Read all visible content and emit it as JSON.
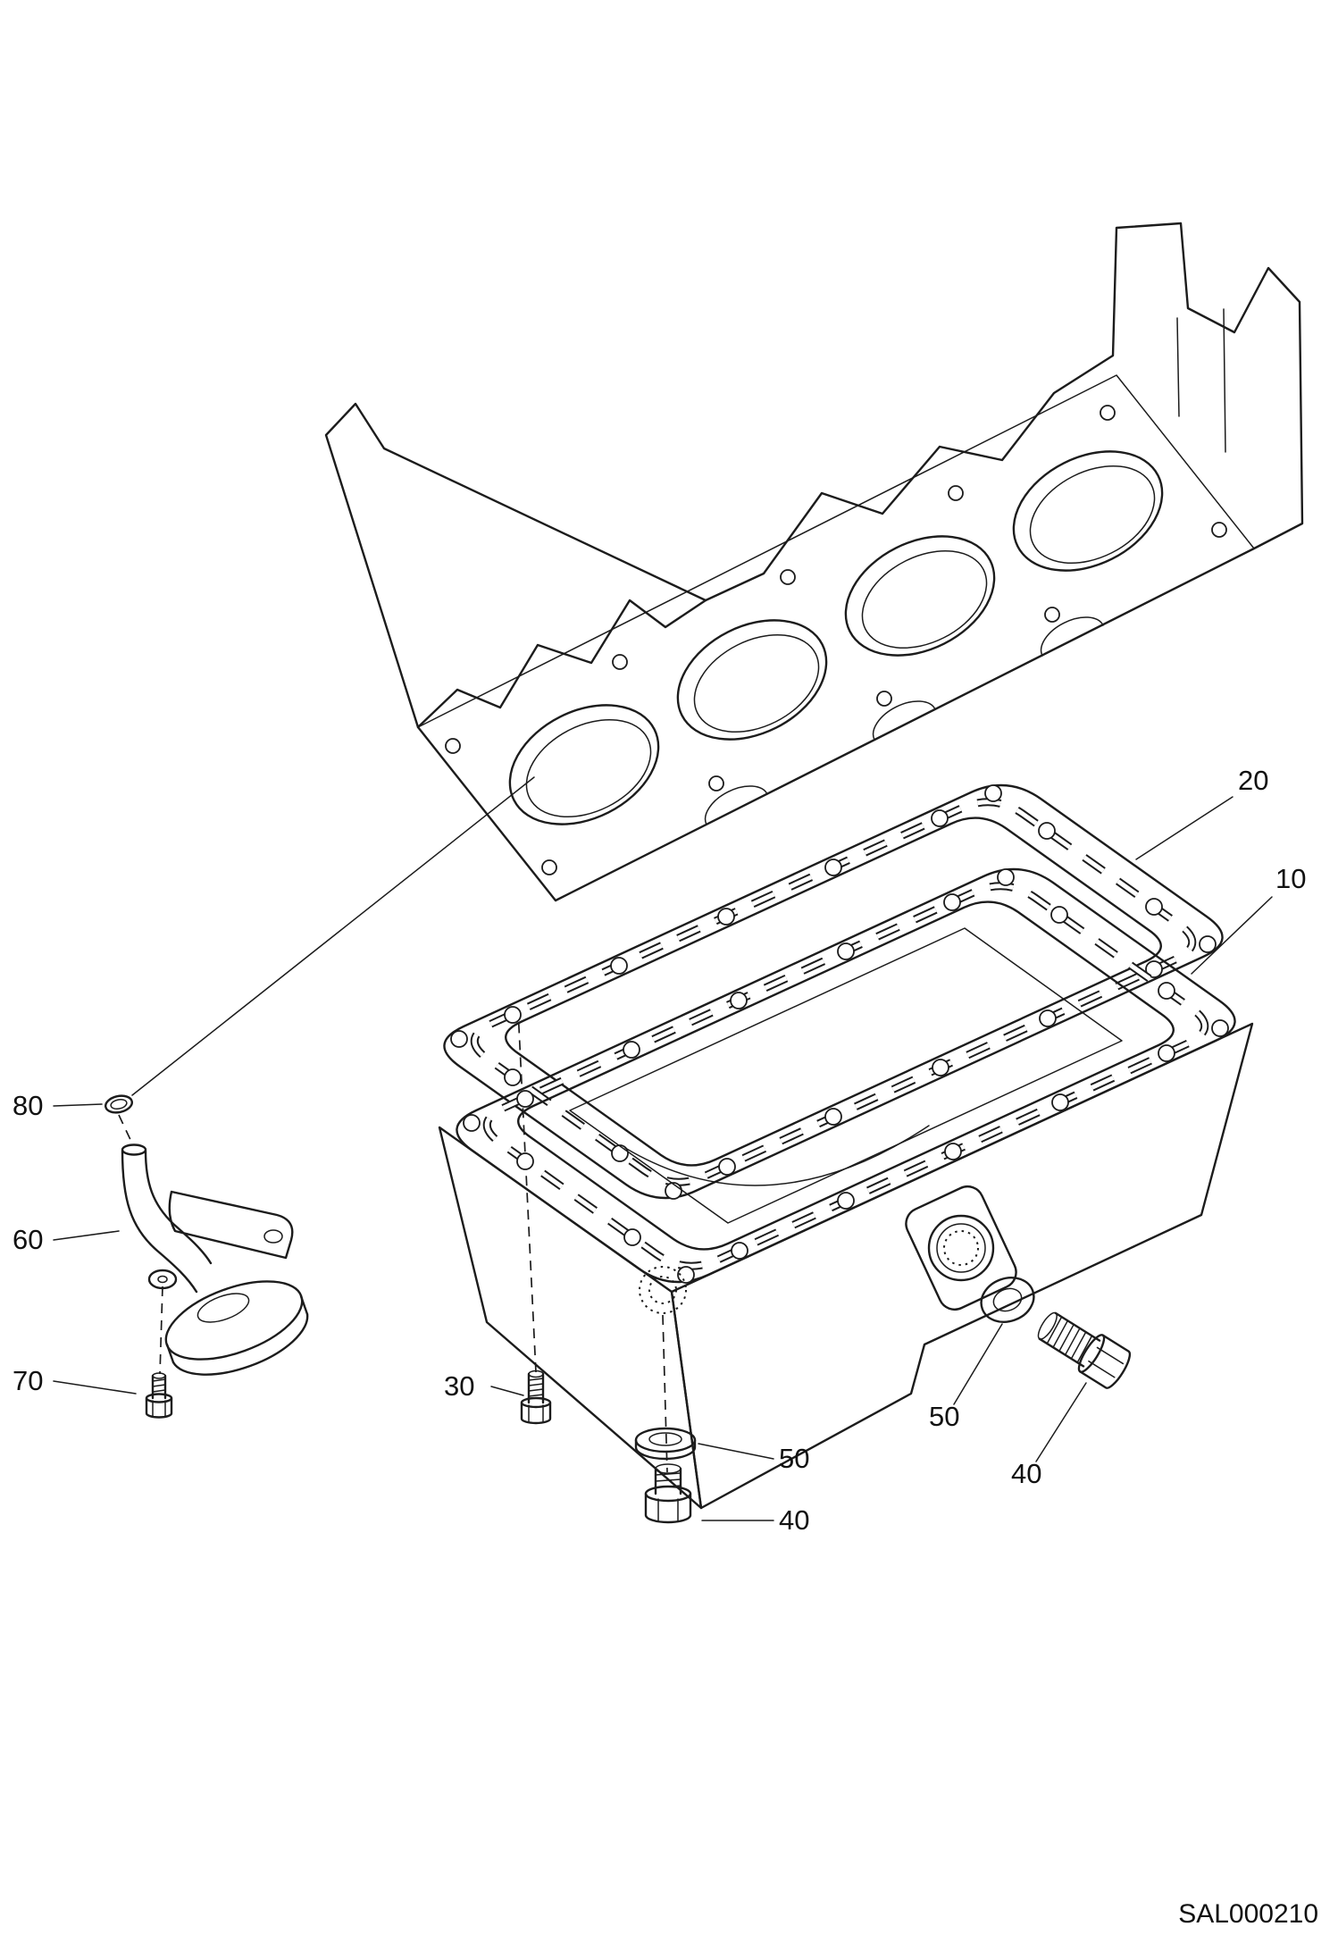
{
  "figure": {
    "code": "SAL000210",
    "line_color": "#1c1c1c",
    "background": "#ffffff"
  },
  "callouts": {
    "oil_pan": "10",
    "gasket": "20",
    "flange_bolt": "30",
    "drain_plug_bottom": "40",
    "seal_washer_bottom": "50",
    "drain_plug_side": "40",
    "seal_washer_side": "50",
    "oil_strainer": "60",
    "strainer_bolt": "70",
    "o_ring": "80"
  }
}
